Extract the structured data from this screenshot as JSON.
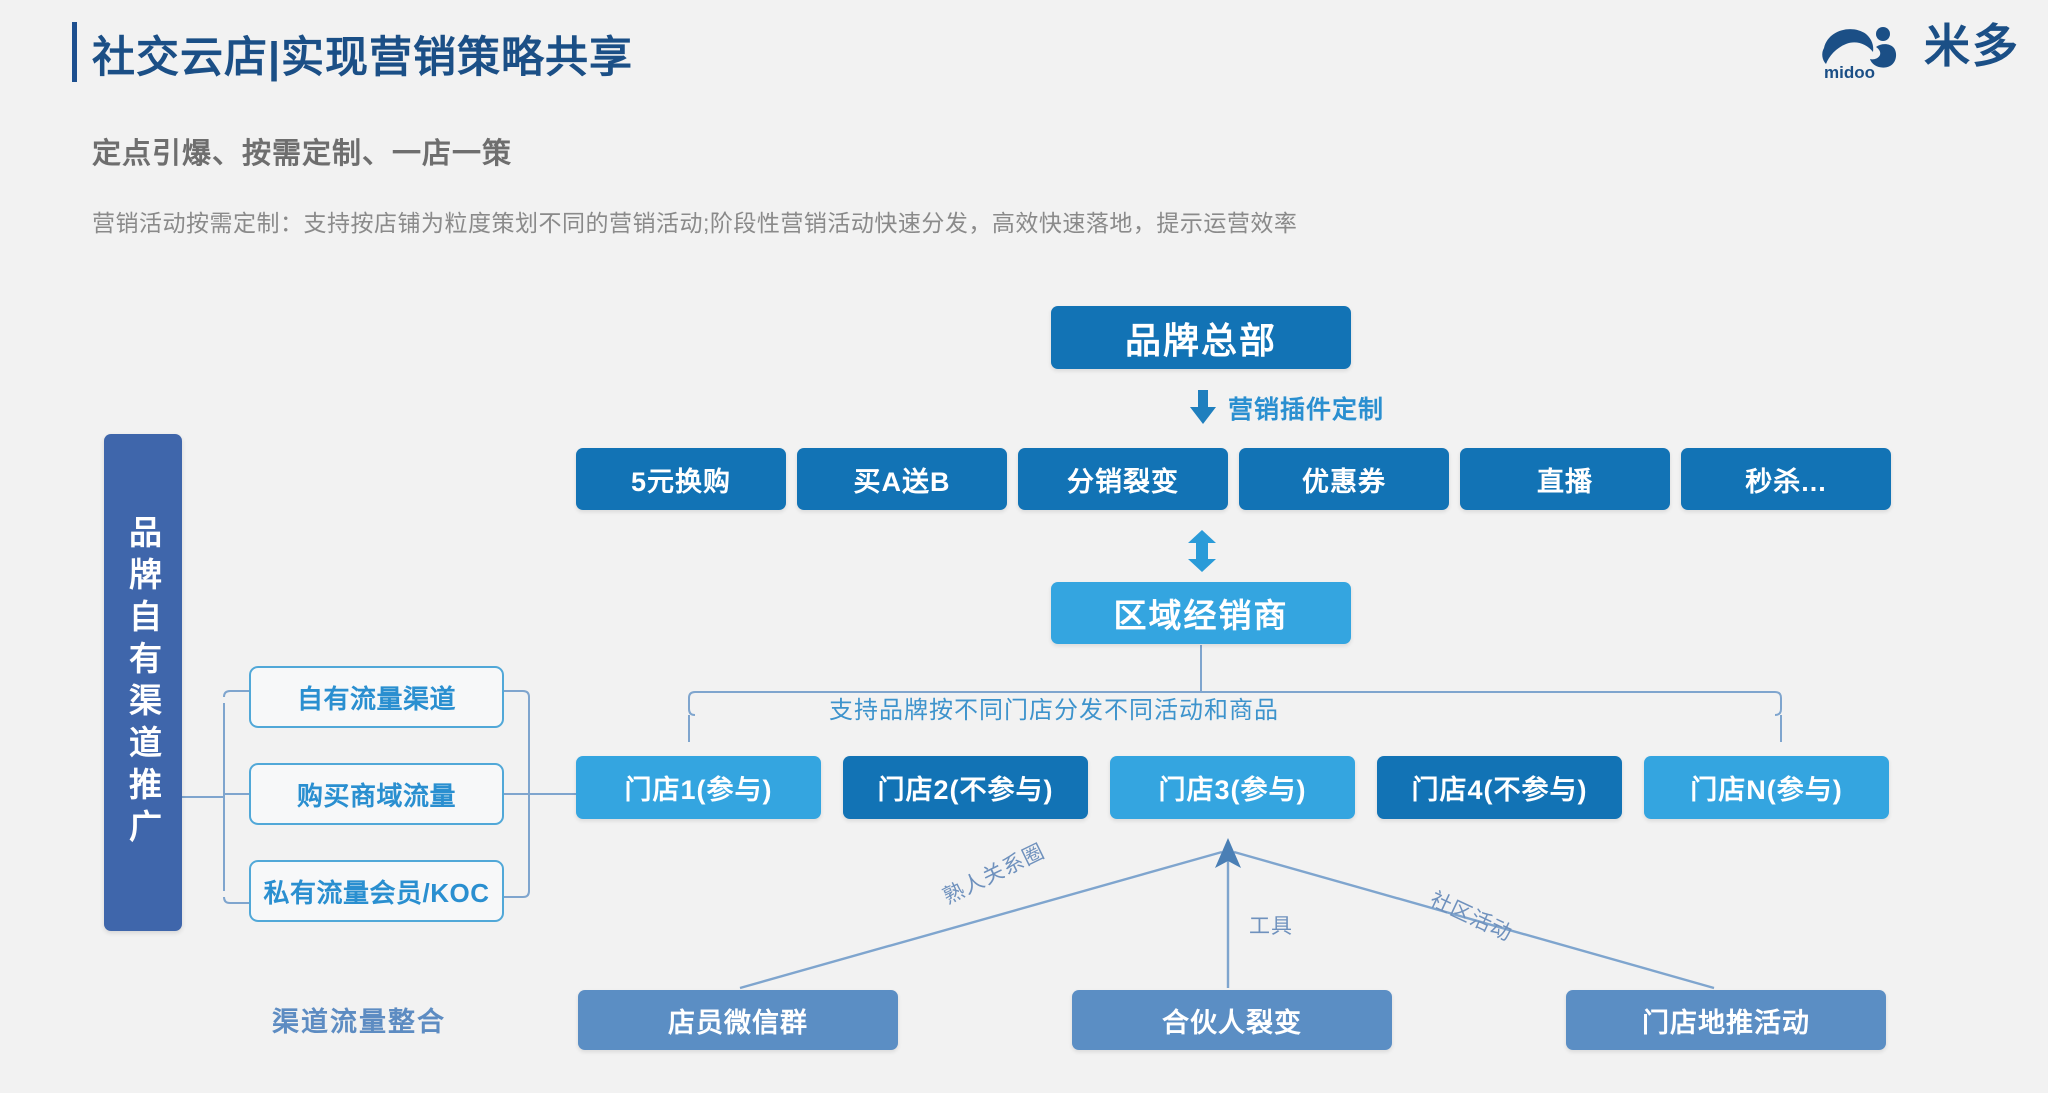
{
  "header": {
    "title": "社交云店|实现营销策略共享",
    "logo_word": "米多",
    "logo_sub": "midoo",
    "logo_mark_icon": "cloud-person-icon"
  },
  "intro": {
    "heading": "定点引爆、按需定制、一店一策",
    "description": "营销活动按需定制：支持按店铺为粒度策划不同的营销活动;阶段性营销活动快速分发，高效快速落地，提示运营效率"
  },
  "diagram": {
    "brand_bar_label": "品牌自有渠道推广",
    "hq": "品牌总部",
    "plugin_arrow_label": "营销插件定制",
    "plugins": [
      "5元换购",
      "买A送B",
      "分销裂变",
      "优惠券",
      "直播",
      "秒杀..."
    ],
    "distributor": "区域经销商",
    "bracket_label": "支持品牌按不同门店分发不同活动和商品",
    "stores": [
      {
        "label": "门店1(参与)",
        "state": "参与",
        "tone": "light"
      },
      {
        "label": "门店2(不参与)",
        "state": "不参与",
        "tone": "dark"
      },
      {
        "label": "门店3(参与)",
        "state": "参与",
        "tone": "light"
      },
      {
        "label": "门店4(不参与)",
        "state": "不参与",
        "tone": "dark"
      },
      {
        "label": "门店N(参与)",
        "state": "参与",
        "tone": "light"
      }
    ],
    "channels": [
      "自有流量渠道",
      "购买商域流量",
      "私有流量会员/KOC"
    ],
    "integration_label": "渠道流量整合",
    "edge_labels": {
      "left": "熟人关系圈",
      "middle": "工具",
      "right": "社区活动"
    },
    "traffic_sources": [
      "店员微信群",
      "合伙人裂变",
      "门店地推活动"
    ]
  },
  "colors": {
    "background": "#f2f2f2",
    "title_blue": "#1b4f86",
    "dark_blue": "#1273b5",
    "light_blue": "#34a5e0",
    "slate_blue": "#5b8ec4",
    "brand_bar_blue": "#3f66ab",
    "outline_blue": "#51a8d8",
    "muted_text": "#8a8a8a",
    "connector_line": "#7fa5ce"
  }
}
